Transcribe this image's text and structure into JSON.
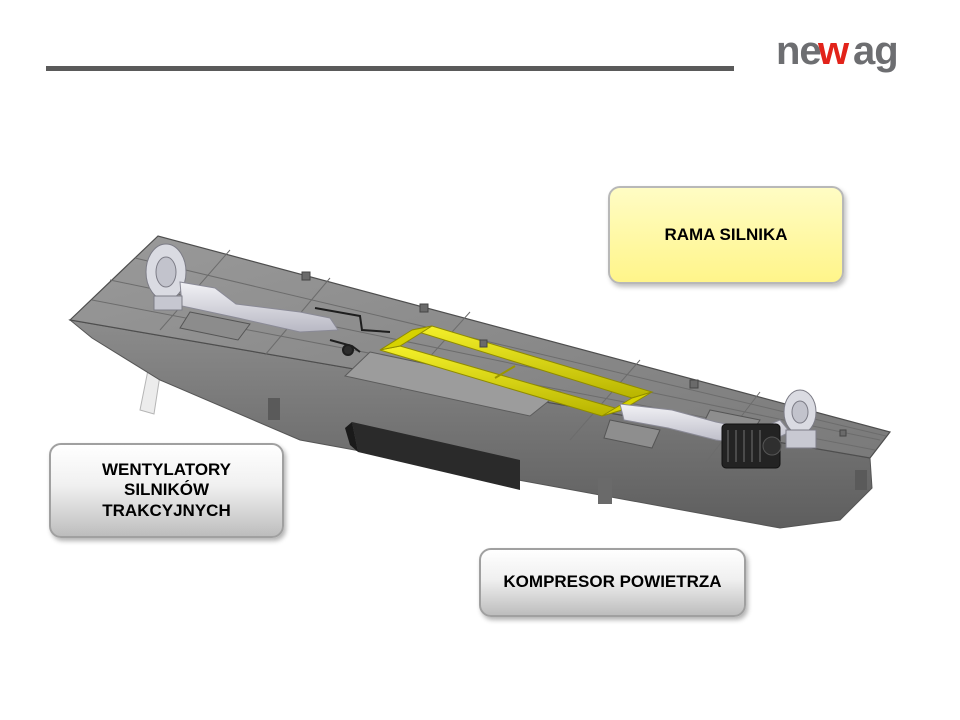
{
  "logo": {
    "text": "newag"
  },
  "callouts": {
    "frame": "RAMA SILNIKA",
    "fans": [
      "WENTYLATORY",
      "SILNIKÓW",
      "TRAKCYJNYCH"
    ],
    "compressor": "KOMPRESOR POWIETRZA"
  },
  "colors": {
    "brand_red": "#e2231a",
    "brand_gray": "#6d6e71",
    "highlight_yellow": "#e8e600",
    "rule": "#5a5a5a"
  }
}
